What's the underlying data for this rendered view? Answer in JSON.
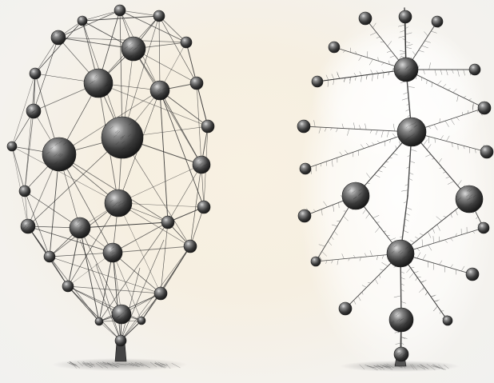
{
  "illustration": {
    "left_panel": {
      "style": "dense-mesh",
      "edge_density": "high"
    },
    "right_panel": {
      "style": "branching-tree",
      "bristles": true
    },
    "palette": {
      "background": "#f7f2e6",
      "ink": "#2b2b2b",
      "node_dark": "#1e1e1e",
      "node_mid": "#5a5a5a",
      "node_light": "#d4d4d4",
      "halo": "#ffffff"
    }
  }
}
